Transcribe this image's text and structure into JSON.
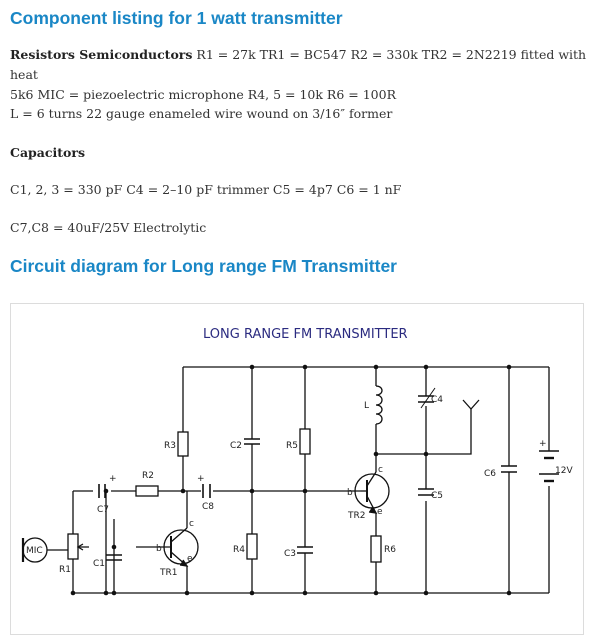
{
  "heading_components": "Component listing for 1 watt transmitter",
  "para1_bold": "Resistors Semiconductors",
  "para1_line1": "R1 = 27k TR1 = BC547 R2 = 330k TR2 = 2N2219 fitted with heat",
  "para1_line2": "5k6 MIC = piezoelectric microphone R4, 5 = 10k R6 = 100R",
  "para2": "L = 6 turns 22 gauge enameled wire wound on 3/16″ former",
  "para3_bold": "Capacitors",
  "para4": "C1, 2, 3 = 330 pF C4 = 2–10 pF trimmer C5 = 4p7 C6 = 1 nF",
  "para5": "C7,C8 = 40uF/25V Electrolytic",
  "heading_circuit": "Circuit diagram for Long range FM Transmitter",
  "diagram": {
    "title": "LONG RANGE FM TRANSMITTER",
    "labels": {
      "mic": "MIC",
      "r1": "R1",
      "r2": "R2",
      "r3": "R3",
      "r4": "R4",
      "r5": "R5",
      "r6": "R6",
      "c1": "C1",
      "c2": "C2",
      "c3": "C3",
      "c4": "C4",
      "c5": "C5",
      "c6": "C6",
      "c7": "C7",
      "c8": "C8",
      "tr1": "TR1",
      "tr2": "TR2",
      "l": "L",
      "battery": "12V",
      "b": "b",
      "c": "c",
      "e": "e",
      "plus": "+"
    },
    "colors": {
      "title": "#2b2b80",
      "wire": "#111111"
    }
  }
}
